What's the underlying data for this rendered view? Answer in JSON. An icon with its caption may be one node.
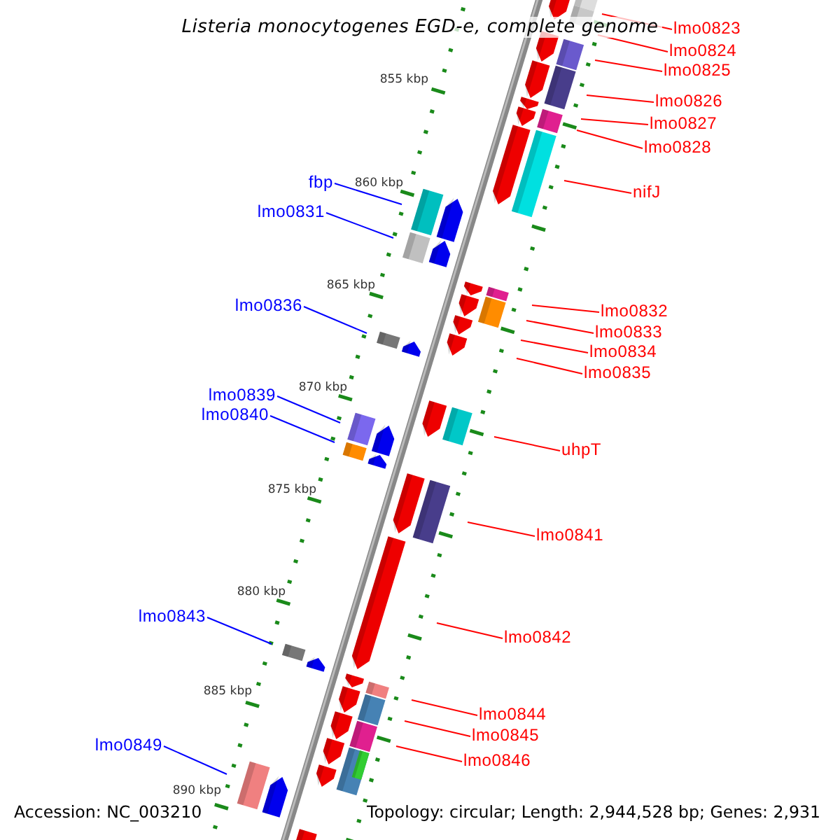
{
  "diagram": {
    "title": "Listeria monocytogenes EGD-e, complete genome",
    "nodes": [
      {
        "text": [
          "lmo0823"
        ]
      },
      {
        "text": [
          "lmo0824"
        ]
      },
      {
        "text": [
          "lmo0825"
        ]
      },
      {
        "text": [
          "lmo0826"
        ]
      },
      {
        "text": [
          "lmo0827"
        ]
      },
      {
        "text": [
          "lmo0828"
        ]
      },
      {
        "text": [
          "fbp"
        ]
      },
      {
        "text": [
          "nifJ"
        ]
      },
      {
        "text": [
          "lmo0831"
        ]
      },
      {
        "text": [
          "lmo0836"
        ]
      },
      {
        "text": [
          "lmo0832"
        ]
      },
      {
        "text": [
          "lmo0833"
        ]
      },
      {
        "text": [
          "lmo0834"
        ]
      },
      {
        "text": [
          "lmo0835"
        ]
      },
      {
        "text": [
          "lmo0839"
        ]
      },
      {
        "text": [
          "lmo0840"
        ]
      },
      {
        "text": [
          "uhpT"
        ]
      },
      {
        "text": [
          "lmo0841"
        ]
      },
      {
        "text": [
          "lmo0843"
        ]
      },
      {
        "text": [
          "lmo0842"
        ]
      },
      {
        "text": [
          "lmo0844"
        ]
      },
      {
        "text": [
          "lmo0845"
        ]
      },
      {
        "text": [
          "lmo0846"
        ]
      },
      {
        "text": [
          "lmo0849"
        ]
      }
    ],
    "edges": [
      {
        "from": 0,
        "to": null,
        "arrow": "none"
      },
      {
        "from": 1,
        "to": null,
        "arrow": "none"
      },
      {
        "from": 2,
        "to": null,
        "arrow": "none"
      },
      {
        "from": 3,
        "to": null,
        "arrow": "none"
      },
      {
        "from": 4,
        "to": null,
        "arrow": "none"
      },
      {
        "from": 5,
        "to": null,
        "arrow": "none"
      },
      {
        "from": 6,
        "to": null,
        "arrow": "none",
        "color": "#0000ff"
      },
      {
        "from": 7,
        "to": null,
        "arrow": "none"
      },
      {
        "from": 8,
        "to": null,
        "arrow": "none",
        "color": "#0000ff"
      },
      {
        "from": 9,
        "to": null,
        "arrow": "none",
        "color": "#0000ff"
      },
      {
        "from": 10,
        "to": null,
        "arrow": "none"
      },
      {
        "from": 11,
        "to": null,
        "arrow": "none"
      },
      {
        "from": 12,
        "to": null,
        "arrow": "none"
      },
      {
        "from": 13,
        "to": null,
        "arrow": "none"
      },
      {
        "from": 14,
        "to": null,
        "arrow": "none",
        "color": "#0000ff"
      },
      {
        "from": 15,
        "to": null,
        "arrow": "none",
        "color": "#0000ff"
      },
      {
        "from": 16,
        "to": null,
        "arrow": "none"
      },
      {
        "from": 17,
        "to": null,
        "arrow": "none"
      },
      {
        "from": 18,
        "to": null,
        "arrow": "none",
        "color": "#0000ff"
      },
      {
        "from": 19,
        "to": null,
        "arrow": "none"
      },
      {
        "from": 20,
        "to": null,
        "arrow": "none"
      },
      {
        "from": 21,
        "to": null,
        "arrow": "none"
      },
      {
        "from": 22,
        "to": null,
        "arrow": "none"
      },
      {
        "from": 23,
        "to": null,
        "arrow": "none",
        "color": "#0000ff"
      }
    ],
    "labels": [
      "855 kbp",
      "860 kbp",
      "865 kbp",
      "870 kbp",
      "875 kbp",
      "880 kbp",
      "885 kbp",
      "890 kbp",
      "Accession: NC_003210",
      "Topology: circular; Length: 2,944,528 bp; Genes: 2,931"
    ]
  }
}
